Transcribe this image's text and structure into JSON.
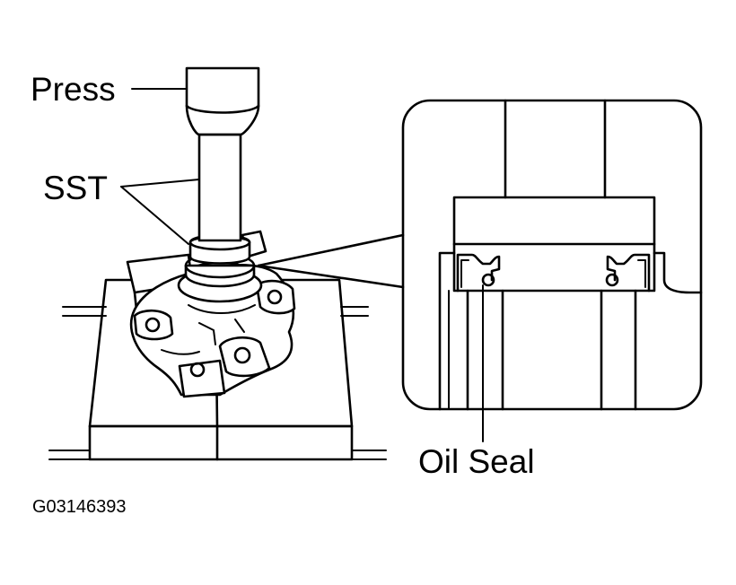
{
  "labels": {
    "press": "Press",
    "sst": "SST",
    "oil_seal": "Oil Seal",
    "figure_code": "G03146393"
  },
  "colors": {
    "ink": "#000000",
    "paper": "#ffffff"
  }
}
